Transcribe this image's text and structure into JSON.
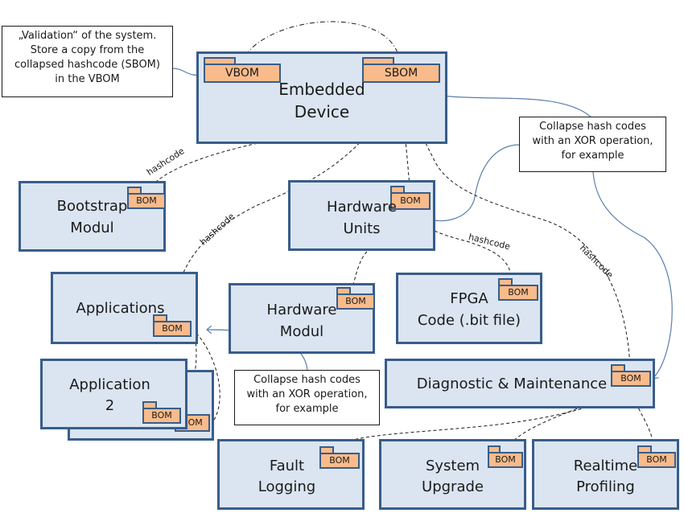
{
  "diagram": {
    "colors": {
      "node_fill": "#dbe5f1",
      "node_border": "#385d8a",
      "bom_fill": "#f9bb8b",
      "note_border": "#1a1a1a",
      "connector": "#5b7fad",
      "dashed_link": "#1a1a1a"
    },
    "nodes": {
      "embedded_device": {
        "line1": "Embedded",
        "line2": "Device",
        "vbom": "VBOM",
        "sbom": "SBOM"
      },
      "bootstrap": {
        "line1": "Bootstrap",
        "line2": "Modul",
        "bom": "BOM"
      },
      "hardware_units": {
        "line1": "Hardware",
        "line2": "Units",
        "bom": "BOM"
      },
      "applications": {
        "line1": "Applications",
        "bom": "BOM"
      },
      "hardware_modul": {
        "line1": "Hardware",
        "line2": "Modul",
        "bom": "BOM"
      },
      "fpga": {
        "line1": "FPGA",
        "line2": "Code (.bit file)",
        "bom": "BOM"
      },
      "application2": {
        "line1": "Application",
        "line2": "2",
        "bom": "BOM",
        "back_bom": "BOM"
      },
      "diag": {
        "line1": "Diagnostic & Maintenance",
        "bom": "BOM"
      },
      "fault": {
        "line1": "Fault",
        "line2": "Logging",
        "bom": "BOM"
      },
      "upgrade": {
        "line1": "System",
        "line2": "Upgrade",
        "bom": "BOM"
      },
      "profiling": {
        "line1": "Realtime",
        "line2": "Profiling",
        "bom": "BOM"
      }
    },
    "notes": {
      "validation": [
        "„Validation“ of the system.",
        "Store a copy from the",
        "collapsed hashcode (SBOM)",
        "in the VBOM"
      ],
      "collapse_top": [
        "Collapse hash codes",
        "with an XOR operation,",
        "for example"
      ],
      "collapse_bottom": [
        "Collapse hash codes",
        "with an XOR operation,",
        "for example"
      ]
    },
    "edge_labels": {
      "bootstrap_hash": "hashcode",
      "applications_hash": "hashcode",
      "fpga_hash": "hashcode",
      "diag_hash": "hashcode"
    }
  }
}
